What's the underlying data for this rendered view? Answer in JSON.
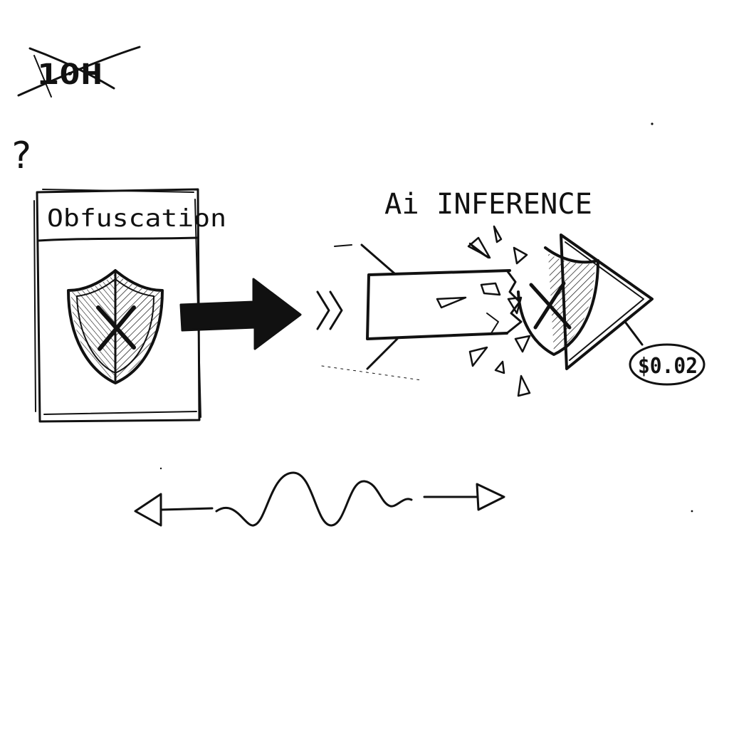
{
  "sketch": {
    "crossed_note": "10H",
    "question_mark": "?",
    "panel_title": "Obfuscation",
    "inference_title": "Ai INFERENCE",
    "chevrons": "»",
    "price_tag": "$0.02"
  },
  "icons": {
    "shield": "shield-with-x-icon",
    "broken_shield": "shattered-shield-icon",
    "bold_arrow": "bold-right-arrow-icon",
    "wave_arrow": "double-headed-wave-arrow-icon"
  },
  "colors": {
    "ink": "#111111",
    "paper": "#ffffff"
  }
}
